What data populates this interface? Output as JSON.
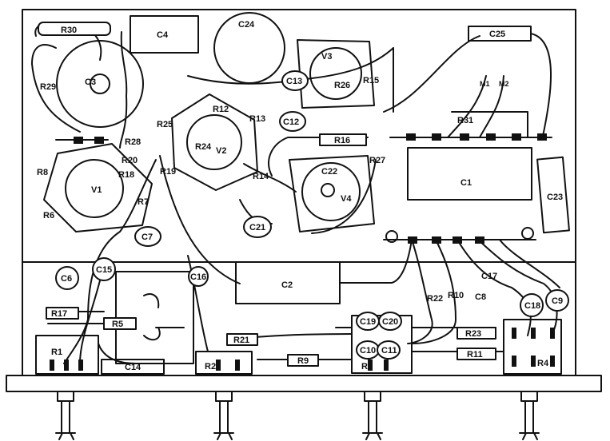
{
  "diagram": {
    "components": {
      "r30": "R30",
      "c4": "C4",
      "c24": "C24",
      "c25": "C25",
      "c3": "C3",
      "r29": "R29",
      "v3": "V3",
      "r26": "R26",
      "r15": "R15",
      "c13": "C13",
      "r12": "R12",
      "r13": "R13",
      "c12": "C12",
      "r25": "R25",
      "r31": "R31",
      "m1": "M1",
      "m2": "M2",
      "r28": "R28",
      "r16": "R16",
      "r8": "R8",
      "r20": "R20",
      "r24": "R24",
      "v2": "V2",
      "r18": "R18",
      "r19": "R19",
      "r27": "R27",
      "c22": "C22",
      "c1": "C1",
      "c23": "C23",
      "v1": "V1",
      "r14": "R14",
      "v4": "V4",
      "r7": "R7",
      "r6": "R6",
      "c21": "C21",
      "c7": "C7",
      "c6": "C6",
      "c15": "C15",
      "c16": "C16",
      "c2": "C2",
      "c17": "C17",
      "c9": "C9",
      "r22": "R22",
      "r10": "R10",
      "c8": "C8",
      "c18": "C18",
      "r17": "R17",
      "r5": "R5",
      "c19": "C19",
      "c20": "C20",
      "r21": "R21",
      "c10": "C10",
      "c11": "C11",
      "r23": "R23",
      "r1": "R1",
      "r11": "R11",
      "c14": "C14",
      "r2": "R2",
      "r9": "R9",
      "r3": "R3",
      "r4": "R4"
    }
  },
  "colors": {
    "ink": "#111111",
    "paper": "#ffffff"
  }
}
